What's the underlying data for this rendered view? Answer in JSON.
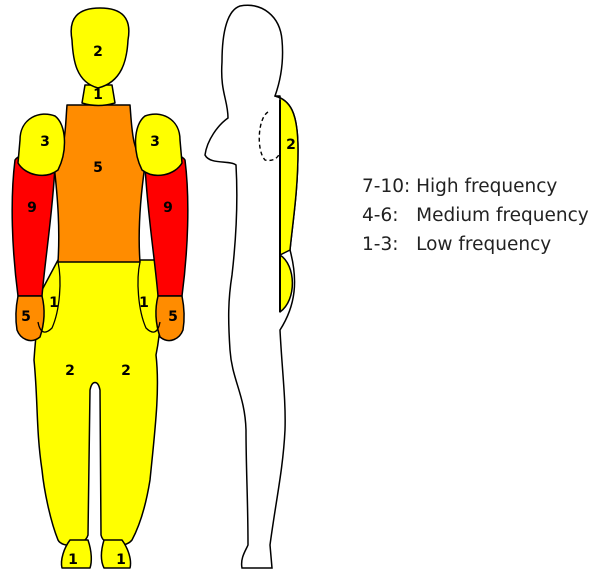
{
  "colors": {
    "low": "#ffff00",
    "medium": "#ff8c00",
    "high": "#ff0000",
    "outline": "#000000",
    "background": "#ffffff"
  },
  "regions": {
    "head": "2",
    "neck": "1",
    "left_shoulder": "3",
    "right_shoulder": "3",
    "torso": "5",
    "left_upper_arm": "9",
    "right_upper_arm": "9",
    "left_hip_pocket": "1",
    "right_hip_pocket": "1",
    "left_hand": "5",
    "right_hand": "5",
    "left_leg": "2",
    "right_leg": "2",
    "left_foot": "1",
    "right_foot": "1",
    "side_back": "2"
  },
  "legend": [
    {
      "range": "7-10:",
      "label": "High frequency"
    },
    {
      "range": "4-6:",
      "label": "Medium frequency"
    },
    {
      "range": "1-3:",
      "label": "Low frequency"
    }
  ]
}
